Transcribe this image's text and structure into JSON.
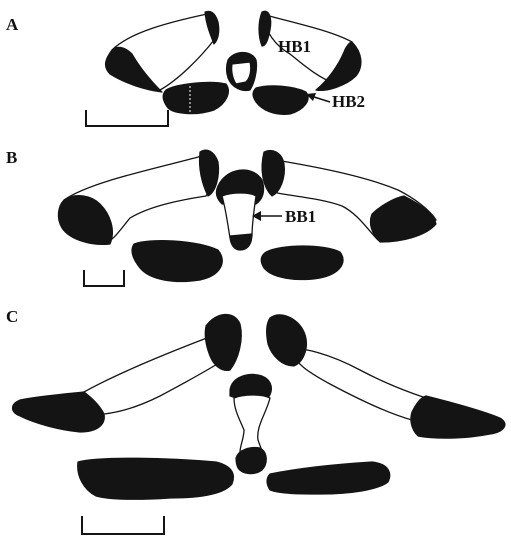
{
  "panels": [
    {
      "letter": "A"
    },
    {
      "letter": "B"
    },
    {
      "letter": "C"
    }
  ],
  "labels": {
    "hb1": "HB1",
    "hb2": "HB2",
    "bb1": "BB1"
  },
  "colors": {
    "ink": "#141414",
    "paper": "#ffffff"
  }
}
